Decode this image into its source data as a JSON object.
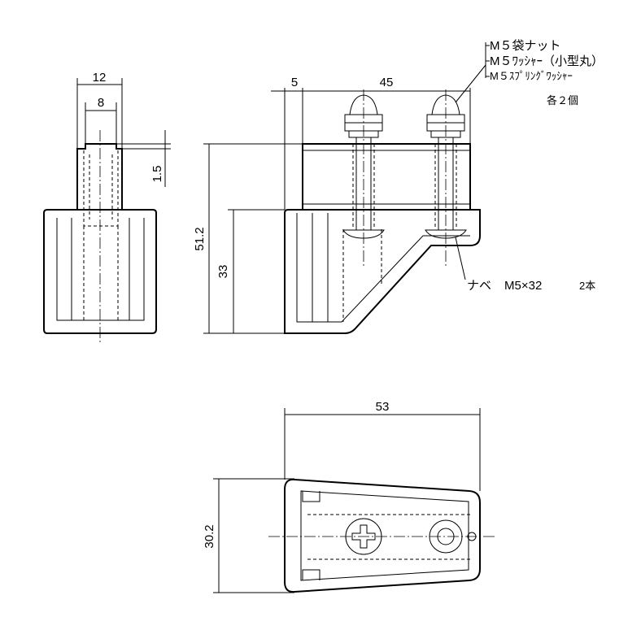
{
  "dimensions": {
    "side_width": "12",
    "side_inner": "8",
    "side_step": "1.5",
    "front_offset": "5",
    "front_pitch": "45",
    "front_height": "51.2",
    "front_lower": "33",
    "top_length": "53",
    "top_width": "30.2"
  },
  "callouts": {
    "nut": "M５袋ナット",
    "washer": "M５ﾜｯｼｬｰ（小型丸）",
    "spring_washer": "M５ｽﾌﾟﾘﾝｸﾞﾜｯｼｬｰ",
    "each_qty": "各２個",
    "screw_label": "ナベ",
    "screw_size": "M5×32",
    "screw_qty": "2本"
  }
}
